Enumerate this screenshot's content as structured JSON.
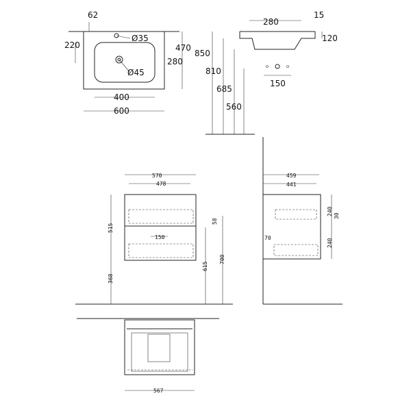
{
  "top_view": {
    "d62": "62",
    "d220": "220",
    "d35": "Ø35",
    "d280": "280",
    "d470": "470",
    "d45": "Ø45",
    "d400": "400",
    "d600": "600"
  },
  "side_view": {
    "d280": "280",
    "d15": "15",
    "d120": "120",
    "d850": "850",
    "d810": "810",
    "d685": "685",
    "d560": "560",
    "d150": "150"
  },
  "front_view": {
    "d570": "570",
    "d478": "478",
    "d515": "515",
    "d58": "58",
    "d150": "150",
    "d368": "368",
    "d615": "615",
    "d700": "700"
  },
  "right_view": {
    "d459": "459",
    "d441": "441",
    "d240a": "240",
    "d30": "30",
    "d240b": "240",
    "d70": "70"
  },
  "plan_view": {
    "d567": "567"
  }
}
